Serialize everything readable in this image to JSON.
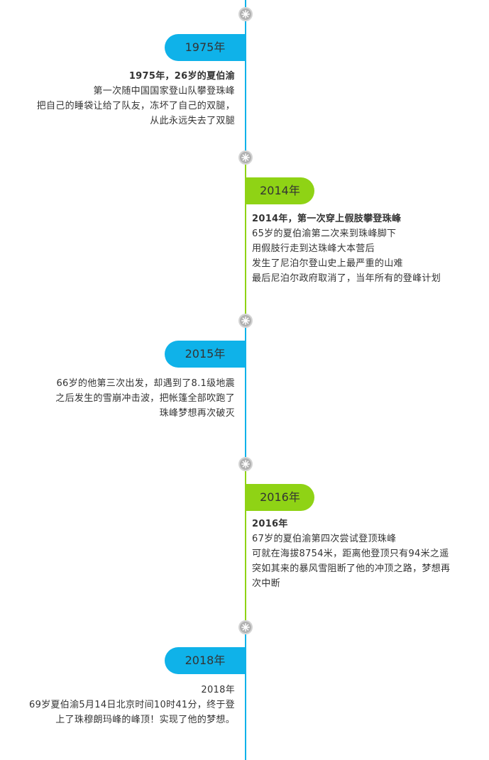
{
  "timeline": {
    "line_colors": {
      "blue": "#0fb2e9",
      "green": "#8fd315"
    },
    "events": [
      {
        "year_label": "1975年",
        "lines": [
          "1975年，26岁的夏伯渝",
          "第一次随中国国家登山队攀登珠峰",
          "把自己的睡袋让给了队友，冻坏了自己的双腿，",
          "从此永远失去了双腿"
        ]
      },
      {
        "year_label": "2014年",
        "lines": [
          "2014年，第一次穿上假肢攀登珠峰",
          "65岁的夏伯渝第二次来到珠峰脚下",
          "用假肢行走到达珠峰大本营后",
          "发生了尼泊尔登山史上最严重的山难",
          "最后尼泊尔政府取消了，当年所有的登峰计划"
        ]
      },
      {
        "year_label": "2015年",
        "lines": [
          "66岁的他第三次出发，却遇到了8.1级地震",
          "之后发生的雪崩冲击波，把帐篷全部吹跑了",
          "珠峰梦想再次破灭"
        ]
      },
      {
        "year_label": "2016年",
        "lines": [
          "2016年",
          "67岁的夏伯渝第四次尝试登顶珠峰",
          "可就在海拔8754米，距离他登顶只有94米之遥",
          "突如其来的暴风雪阻断了他的冲顶之路，梦想再",
          "次中断"
        ]
      },
      {
        "year_label": "2018年",
        "lines": [
          "2018年",
          "69岁夏伯渝5月14日北京时间10时41分，终于登",
          "上了珠穆朗玛峰的峰顶！实现了他的梦想。"
        ]
      }
    ]
  }
}
